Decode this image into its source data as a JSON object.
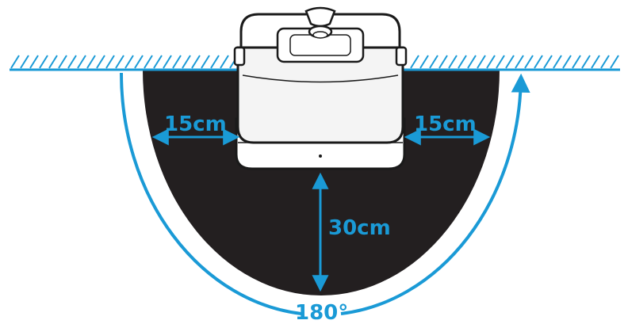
{
  "labels": {
    "left_clearance": "15cm",
    "right_clearance": "15cm",
    "front_clearance": "30cm",
    "angle": "180°"
  },
  "colors": {
    "accent": "#1a9ad6",
    "zone": "#231f20",
    "device_body": "#f2f2f2",
    "outline": "#1a1a1a",
    "wall_hatch": "#1a9ad6"
  },
  "icons": {
    "device": "pet-water-fountain",
    "wall": "wall-hatching"
  }
}
